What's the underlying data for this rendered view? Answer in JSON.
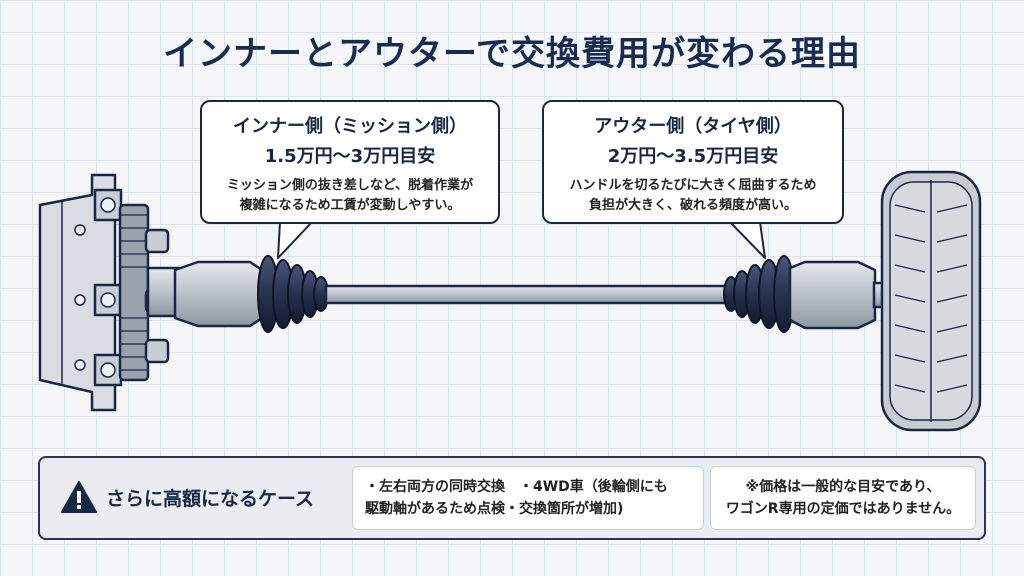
{
  "title": "インナーとアウターで交換費用が変わる理由",
  "inner": {
    "heading": "インナー側（ミッション側）",
    "price": "1.5万円〜3万円目安",
    "desc_line1": "ミッション側の抜き差しなど、脱着作業が",
    "desc_line2": "複雑になるため工賃が変動しやすい。"
  },
  "outer": {
    "heading": "アウター側（タイヤ側）",
    "price": "2万円〜3.5万円目安",
    "desc_line1": "ハンドルを切るたびに大きく屈曲するため",
    "desc_line2": "負担が大きく、破れる頻度が高い。"
  },
  "extra": {
    "label": "さらに高額になるケース",
    "cases_line1": "・左右両方の同時交換　・4WD車（後輪側にも",
    "cases_line2": "駆動軸があるため点検・交換箇所が増加)",
    "note_line1": "※価格は一般的な目安であり、",
    "note_line2": "ワゴンR専用の定価ではありません。",
    "icon": "warning-triangle-icon"
  },
  "colors": {
    "navy": "#1a2744",
    "metal": "#b9c0c8",
    "boot": "#27324f",
    "tire": "#c7ccd2"
  }
}
